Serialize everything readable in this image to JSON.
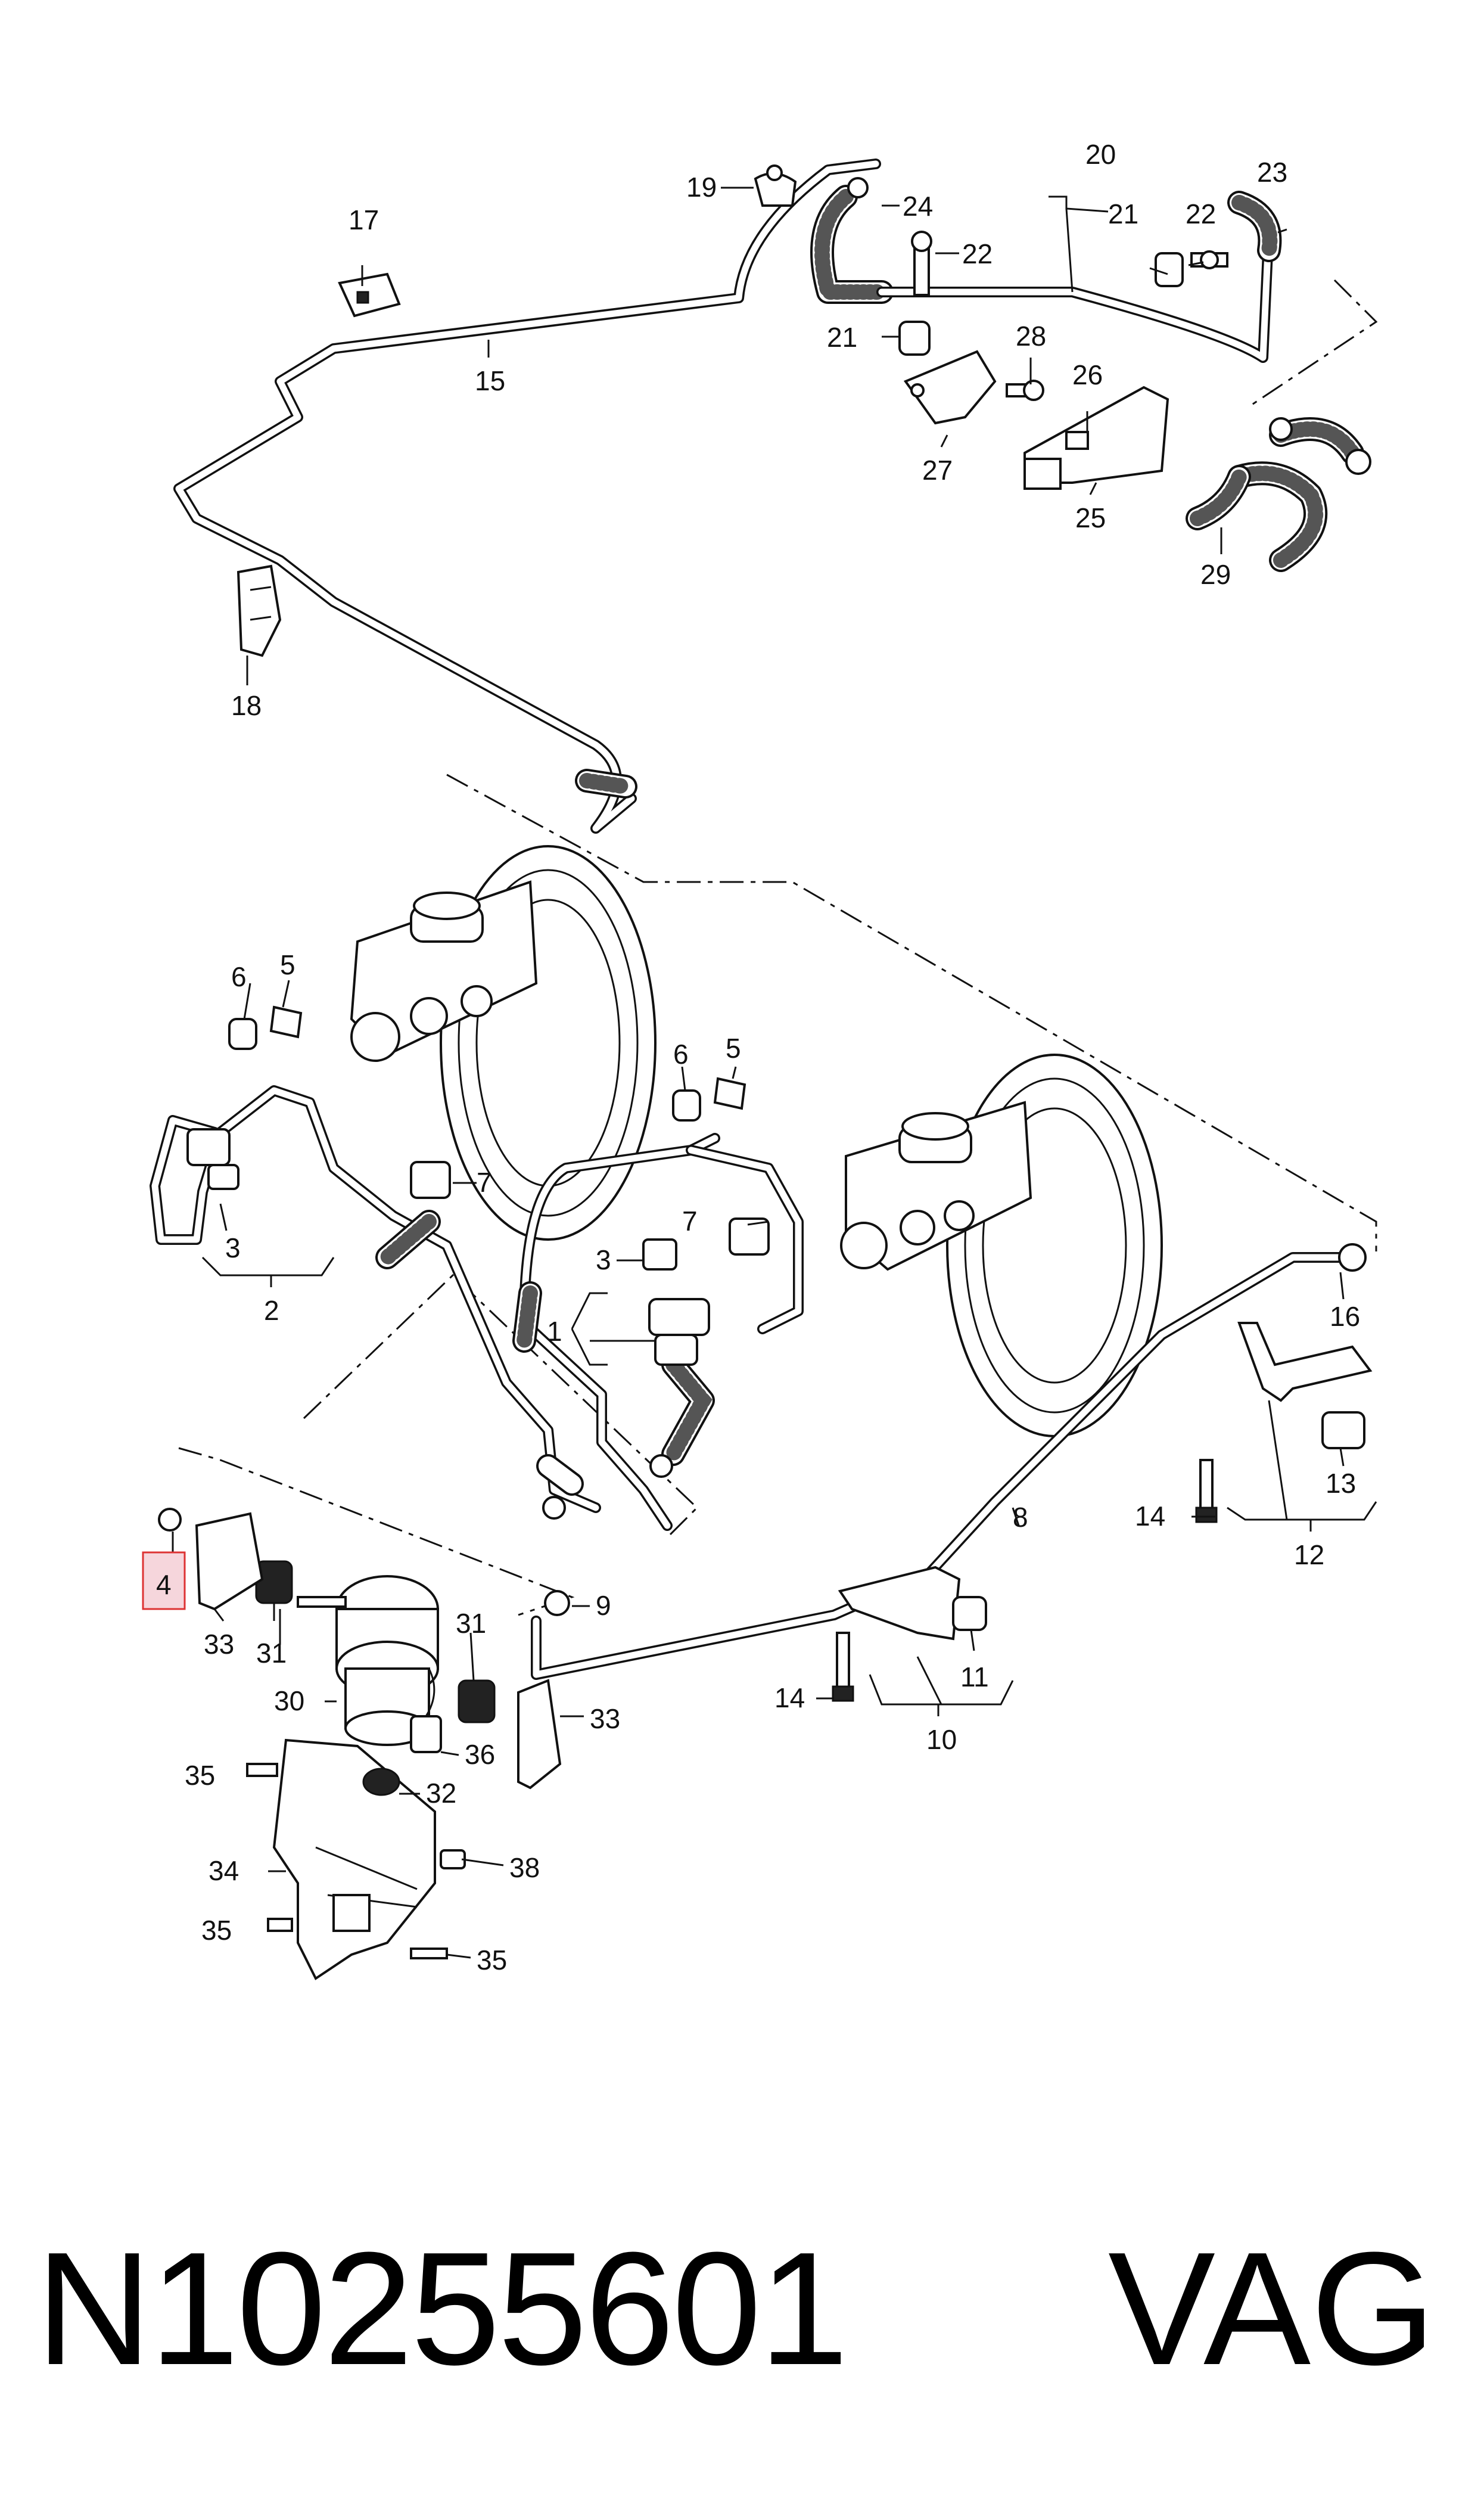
{
  "diagram": {
    "callouts": [
      {
        "id": "c19",
        "text": "19"
      },
      {
        "id": "c24",
        "text": "24"
      },
      {
        "id": "c20",
        "text": "20"
      },
      {
        "id": "c23",
        "text": "23"
      },
      {
        "id": "c17",
        "text": "17"
      },
      {
        "id": "c21a",
        "text": "21"
      },
      {
        "id": "c22a",
        "text": "22"
      },
      {
        "id": "c22b",
        "text": "22"
      },
      {
        "id": "c15",
        "text": "15"
      },
      {
        "id": "c21b",
        "text": "21"
      },
      {
        "id": "c28",
        "text": "28"
      },
      {
        "id": "c26",
        "text": "26"
      },
      {
        "id": "c27",
        "text": "27"
      },
      {
        "id": "c25",
        "text": "25"
      },
      {
        "id": "c29",
        "text": "29"
      },
      {
        "id": "c18",
        "text": "18"
      },
      {
        "id": "c6a",
        "text": "6"
      },
      {
        "id": "c5a",
        "text": "5"
      },
      {
        "id": "c6b",
        "text": "6"
      },
      {
        "id": "c5b",
        "text": "5"
      },
      {
        "id": "c7a",
        "text": "7"
      },
      {
        "id": "c7b",
        "text": "7"
      },
      {
        "id": "c3a",
        "text": "3"
      },
      {
        "id": "c3b",
        "text": "3"
      },
      {
        "id": "c1",
        "text": "1"
      },
      {
        "id": "c2",
        "text": "2"
      },
      {
        "id": "c16",
        "text": "16"
      },
      {
        "id": "c8",
        "text": "8"
      },
      {
        "id": "c13",
        "text": "13"
      },
      {
        "id": "c14a",
        "text": "14"
      },
      {
        "id": "c12",
        "text": "12"
      },
      {
        "id": "c9",
        "text": "9"
      },
      {
        "id": "c4",
        "text": "4"
      },
      {
        "id": "c33a",
        "text": "33"
      },
      {
        "id": "c31a",
        "text": "31"
      },
      {
        "id": "c31b",
        "text": "31"
      },
      {
        "id": "c30",
        "text": "30"
      },
      {
        "id": "c33b",
        "text": "33"
      },
      {
        "id": "c36",
        "text": "36"
      },
      {
        "id": "c14b",
        "text": "14"
      },
      {
        "id": "c11",
        "text": "11"
      },
      {
        "id": "c10",
        "text": "10"
      },
      {
        "id": "c35a",
        "text": "35"
      },
      {
        "id": "c32",
        "text": "32"
      },
      {
        "id": "c34",
        "text": "34"
      },
      {
        "id": "c38",
        "text": "38"
      },
      {
        "id": "c35b",
        "text": "35"
      },
      {
        "id": "c35c",
        "text": "35"
      }
    ],
    "highlighted_callout": "4",
    "highlight_color": "#f6d6dc"
  },
  "footer": {
    "part_number": "N10255601",
    "brand": "VAG"
  }
}
